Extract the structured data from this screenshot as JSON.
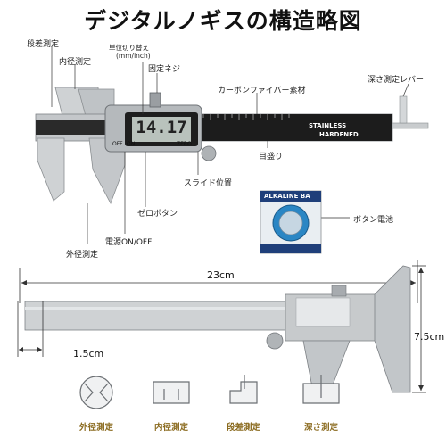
{
  "title": "デジタルノギスの構造略図",
  "top_labels": {
    "step": "段差測定",
    "inner": "内径測定",
    "unit_switch": "単位切り替え",
    "unit_switch_sub": "(mm/inch)",
    "lock_screw": "固定ネジ",
    "carbon": "カーボンファイバー素材",
    "depth_lever": "深さ測定レバー",
    "scale": "目盛り",
    "slide": "スライド位置",
    "zero": "ゼロボタン",
    "battery": "ボタン電池",
    "power": "電源ON/OFF",
    "outer": "外径測定"
  },
  "device": {
    "display": "14.17",
    "brand_top": "STAINLESS",
    "brand_bottom": "HARDENED",
    "btn_off": "OFF",
    "btn_on": "ON",
    "btn_zero": "ZERO",
    "battery_label": "ALKALINE BA"
  },
  "dimensions": {
    "length": "23cm",
    "height": "7.5cm",
    "jaw": "1.5cm"
  },
  "bottom_captions": [
    "外径測定",
    "内径測定",
    "段差測定",
    "深さ測定"
  ],
  "colors": {
    "steel": "#c9ccce",
    "dark_scale": "#1c1c1c",
    "caption_gold": "#8a6a1e",
    "battery_blue": "#2a86c4"
  }
}
